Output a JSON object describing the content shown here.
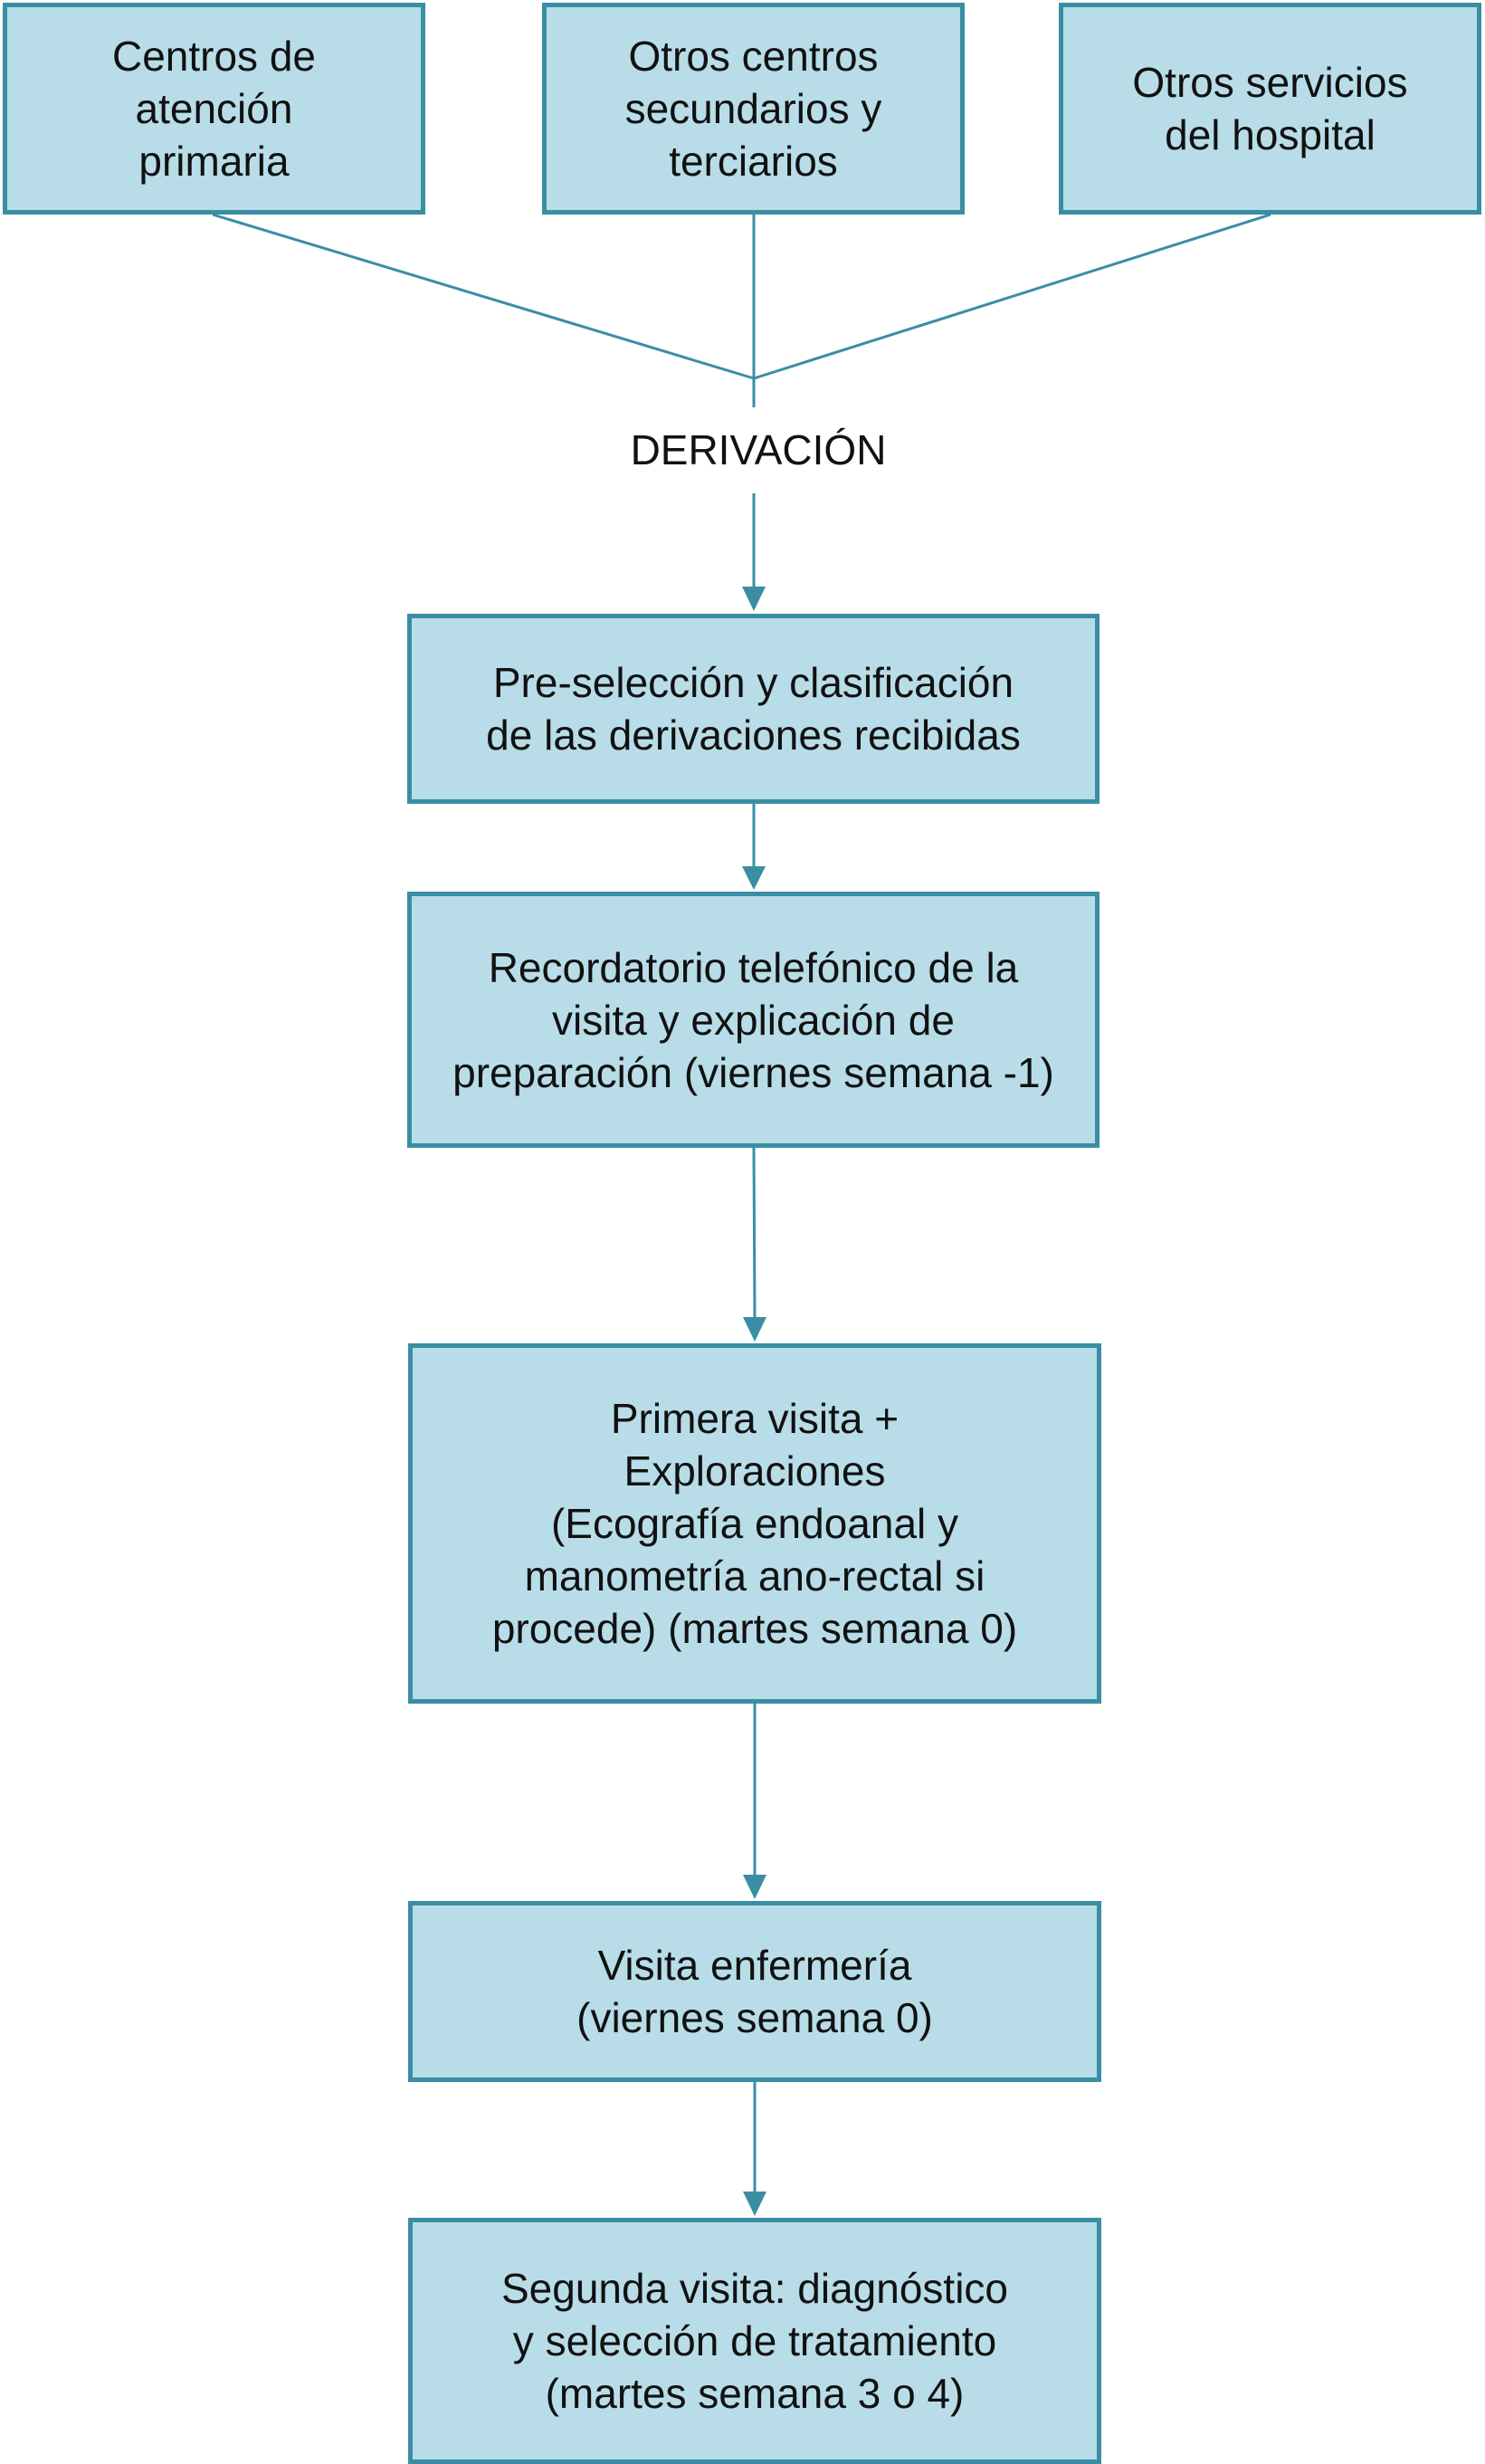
{
  "diagram": {
    "colors": {
      "box_fill": "#b8dde8",
      "box_border": "#3a8ea3",
      "connector": "#3a8ea3",
      "text": "#111111"
    },
    "sources": [
      {
        "label": "Centros de\natención\nprimaria"
      },
      {
        "label": "Otros centros\nsecundarios y\nterciarios"
      },
      {
        "label": "Otros servicios\ndel hospital"
      }
    ],
    "merge_label": "DERIVACIÓN",
    "steps": [
      {
        "label": "Pre-selección y clasificación\nde las derivaciones recibidas"
      },
      {
        "label": "Recordatorio telefónico de la\nvisita y explicación de\npreparación (viernes semana -1)"
      },
      {
        "label": "Primera visita +\nExploraciones\n(Ecografía endoanal y\nmanometría ano-rectal si\nprocede) (martes semana 0)"
      },
      {
        "label": "Visita enfermería\n(viernes semana 0)"
      },
      {
        "label": "Segunda visita: diagnóstico\ny selección de tratamiento\n(martes semana 3 o 4)"
      }
    ]
  }
}
